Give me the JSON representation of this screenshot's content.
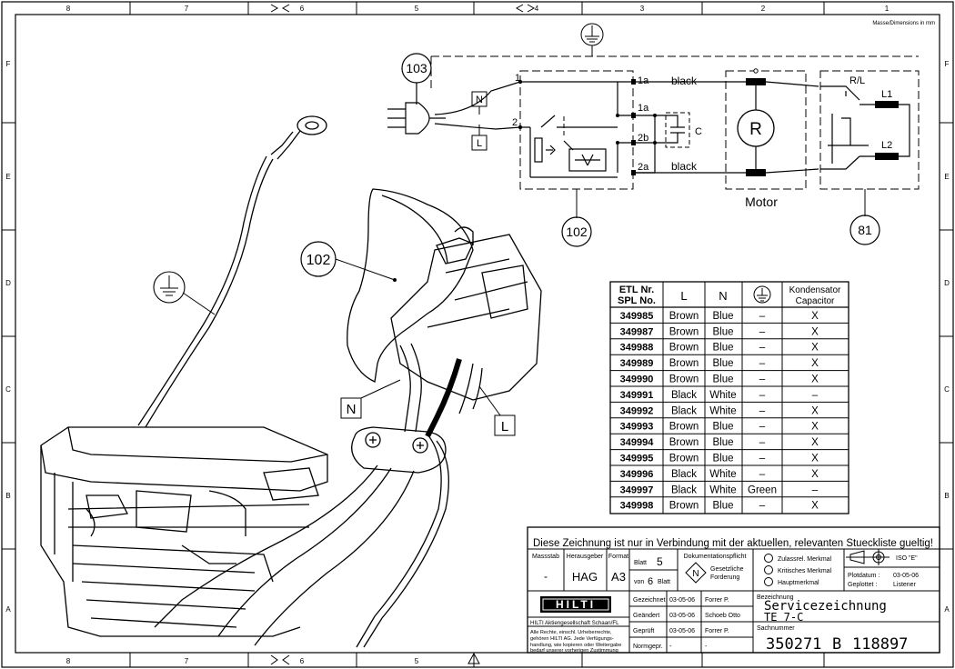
{
  "sheet": {
    "dimensions_note": "Masse/Dimensions in mm",
    "top_cols": [
      "8",
      "7",
      "6",
      "5",
      "4",
      "3",
      "2",
      "1"
    ],
    "side_rows": [
      "F",
      "E",
      "D",
      "C",
      "B",
      "A"
    ]
  },
  "callouts": {
    "plug": "103",
    "switch": "102",
    "motor_switch": "81",
    "handle": "102",
    "neutral_box": "N",
    "line_box": "L",
    "drawing_n": "N",
    "drawing_l": "L"
  },
  "schematic": {
    "wire_black_top": "black",
    "wire_black_bottom": "black",
    "node_1": "1",
    "node_2": "2",
    "term_1a_top": "1a",
    "term_1a_mid": "1a",
    "term_2b": "2b",
    "term_2a": "2a",
    "capacitor": "C",
    "motor_symbol": "R",
    "motor_label": "Motor",
    "rl_label": "R/L",
    "coil_l1": "L1",
    "coil_l2": "L2"
  },
  "table": {
    "headers": [
      "ETL Nr.\nSPL No.",
      "L",
      "N",
      "⏚",
      "Kondensator\nCapacitor"
    ],
    "header_lines": {
      "col0_l1": "ETL Nr.",
      "col0_l2": "SPL No.",
      "col1": "L",
      "col2": "N",
      "col4_l1": "Kondensator",
      "col4_l2": "Capacitor"
    },
    "rows": [
      [
        "349985",
        "Brown",
        "Blue",
        "–",
        "X"
      ],
      [
        "349987",
        "Brown",
        "Blue",
        "–",
        "X"
      ],
      [
        "349988",
        "Brown",
        "Blue",
        "–",
        "X"
      ],
      [
        "349989",
        "Brown",
        "Blue",
        "–",
        "X"
      ],
      [
        "349990",
        "Brown",
        "Blue",
        "–",
        "X"
      ],
      [
        "349991",
        "Black",
        "White",
        "–",
        "–"
      ],
      [
        "349992",
        "Black",
        "White",
        "–",
        "X"
      ],
      [
        "349993",
        "Brown",
        "Blue",
        "–",
        "X"
      ],
      [
        "349994",
        "Brown",
        "Blue",
        "–",
        "X"
      ],
      [
        "349995",
        "Brown",
        "Blue",
        "–",
        "X"
      ],
      [
        "349996",
        "Black",
        "White",
        "–",
        "X"
      ],
      [
        "349997",
        "Black",
        "White",
        "Green",
        "–"
      ],
      [
        "349998",
        "Brown",
        "Blue",
        "–",
        "X"
      ]
    ]
  },
  "title_block": {
    "notice": "Diese Zeichnung ist nur in Verbindung mit der aktuellen, relevanten Stueckliste gueltig!",
    "massstab_label": "Massstab",
    "massstab_value": "-",
    "herausgeber_label": "Herausgeber",
    "herausgeber_value": "HAG",
    "format_label": "Format",
    "format_value": "A3",
    "blatt_label": "Blatt",
    "blatt_value": "5",
    "von_label": "von",
    "von_value": "6",
    "von_suffix": "Blatt",
    "dok_label": "Dokumentationspflicht",
    "dok_sym": "N",
    "gesetz_l1": "Gesetzliche",
    "gesetz_l2": "Forderung",
    "merk1": "Zulassrel. Merkmal",
    "merk2": "Kritisches Merkmal",
    "merk3": "Hauptmerkmal",
    "iso_label": "ISO \"E\"",
    "plotdatum_label": "Plotdatum :",
    "plotdatum_value": "03-05-06",
    "geplottet_label": "Geplottet :",
    "geplottet_value": "Listener",
    "logo_text": "HILTI",
    "company": "HILTI Aktiengesellschaft Schaan/FL",
    "rights_l1": "Alle Rechte, einschl. Urheberrechte,",
    "rights_l2": "gehören HILTI AG. Jede Verfügungs-",
    "rights_l3": "handlung, wie kopieren oder Weitergabe",
    "rights_l4": "bedarf unserer vorherigen Zustimmung",
    "gezeichnet_label": "Gezeichnet",
    "gezeichnet_date": "03-05-06",
    "gezeichnet_name": "Forrer P.",
    "geaendert_label": "Geändert",
    "geaendert_date": "03-05-06",
    "geaendert_name": "Schoeb Otto",
    "geprueft_label": "Geprüft",
    "geprueft_date": "03-05-06",
    "geprueft_name": "Forrer P.",
    "normgepr_label": "Normgepr.",
    "normgepr_date": "-",
    "normgepr_name": "-",
    "bezeichnung_label": "Bezeichnung",
    "title_l1": "Servicezeichnung",
    "title_l2": "TE 7-C",
    "sachnummer_label": "Sachnummer",
    "sachnummer_value": "350271",
    "sach_rev": "B",
    "sach_num2": "118897"
  }
}
